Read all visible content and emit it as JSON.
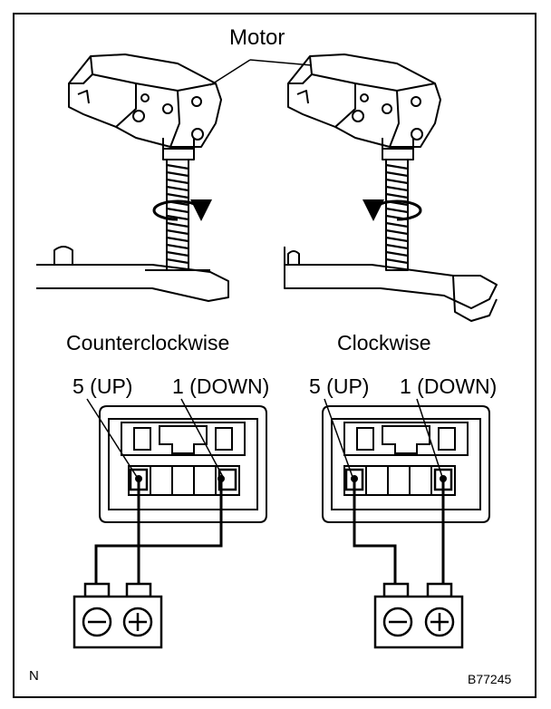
{
  "labels": {
    "motor": "Motor",
    "counterclockwise": "Counterclockwise",
    "clockwise": "Clockwise",
    "ccw_up": "5 (UP)",
    "ccw_down": "1 (DOWN)",
    "cw_up": "5 (UP)",
    "cw_down": "1 (DOWN)",
    "corner_mark": "N",
    "figure_code": "B77245"
  },
  "colors": {
    "ink": "#000000",
    "paper": "#ffffff"
  }
}
